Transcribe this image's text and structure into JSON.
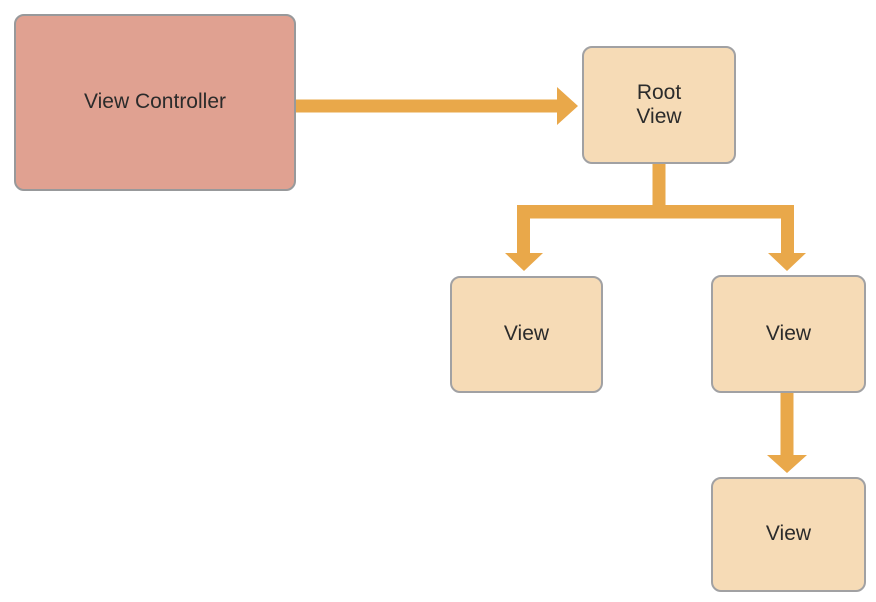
{
  "diagram": {
    "nodes": {
      "view_controller": {
        "label": "View Controller"
      },
      "root_view": {
        "label": "Root\nView"
      },
      "view_left": {
        "label": "View"
      },
      "view_right": {
        "label": "View"
      },
      "view_bottom": {
        "label": "View"
      }
    },
    "edges": [
      {
        "from": "View Controller",
        "to": "Root View"
      },
      {
        "from": "Root View",
        "to": "View (left)"
      },
      {
        "from": "Root View",
        "to": "View (right)"
      },
      {
        "from": "View (right)",
        "to": "View (bottom)"
      }
    ],
    "colors": {
      "controller_fill": "#E0A191",
      "controller_border": "#98999B",
      "view_fill": "#F6DBB6",
      "view_border": "#A1A1A3",
      "arrow": "#E9A84A",
      "text": "#2B2B2B",
      "background": "#FFFFFF"
    }
  }
}
